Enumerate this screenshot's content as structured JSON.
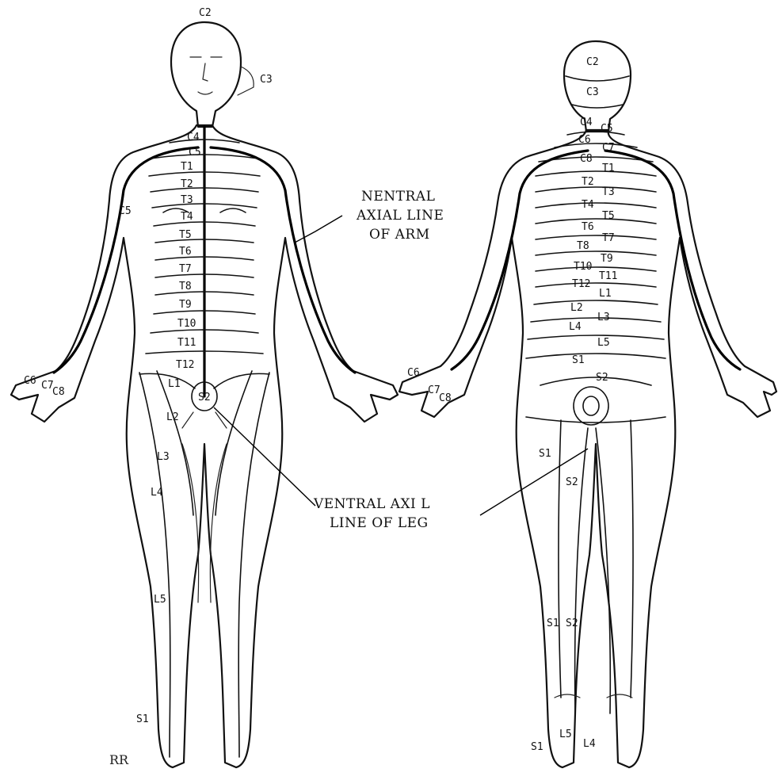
{
  "callouts": {
    "arm_line1": "NENTRAL",
    "arm_line2": "AXIAL LINE",
    "arm_line3": "OF ARM",
    "leg_line1": "VENTRAL AXI L",
    "leg_line2": "LINE OF LEG"
  },
  "front_labels": [
    "C2",
    "C3",
    "C4",
    "C5",
    "T1",
    "T2",
    "T3",
    "T4",
    "T5",
    "T6",
    "T7",
    "T8",
    "T9",
    "T10",
    "T11",
    "T12",
    "L1",
    "S2",
    "L2",
    "L3",
    "L4",
    "L5",
    "S1",
    "C5",
    "C6",
    "C7",
    "C8"
  ],
  "back_labels": [
    "C2",
    "C3",
    "C4",
    "C5",
    "C6",
    "C7",
    "C8",
    "T1",
    "T2",
    "T3",
    "T4",
    "T5",
    "T6",
    "T7",
    "T8",
    "T9",
    "T10",
    "T11",
    "T12",
    "L1",
    "L2",
    "L3",
    "L4",
    "L5",
    "S1",
    "S2",
    "C6",
    "C7",
    "C8",
    "S1",
    "S2",
    "S1",
    "S2",
    "S1",
    "L5",
    "L4"
  ],
  "signature": "RR"
}
